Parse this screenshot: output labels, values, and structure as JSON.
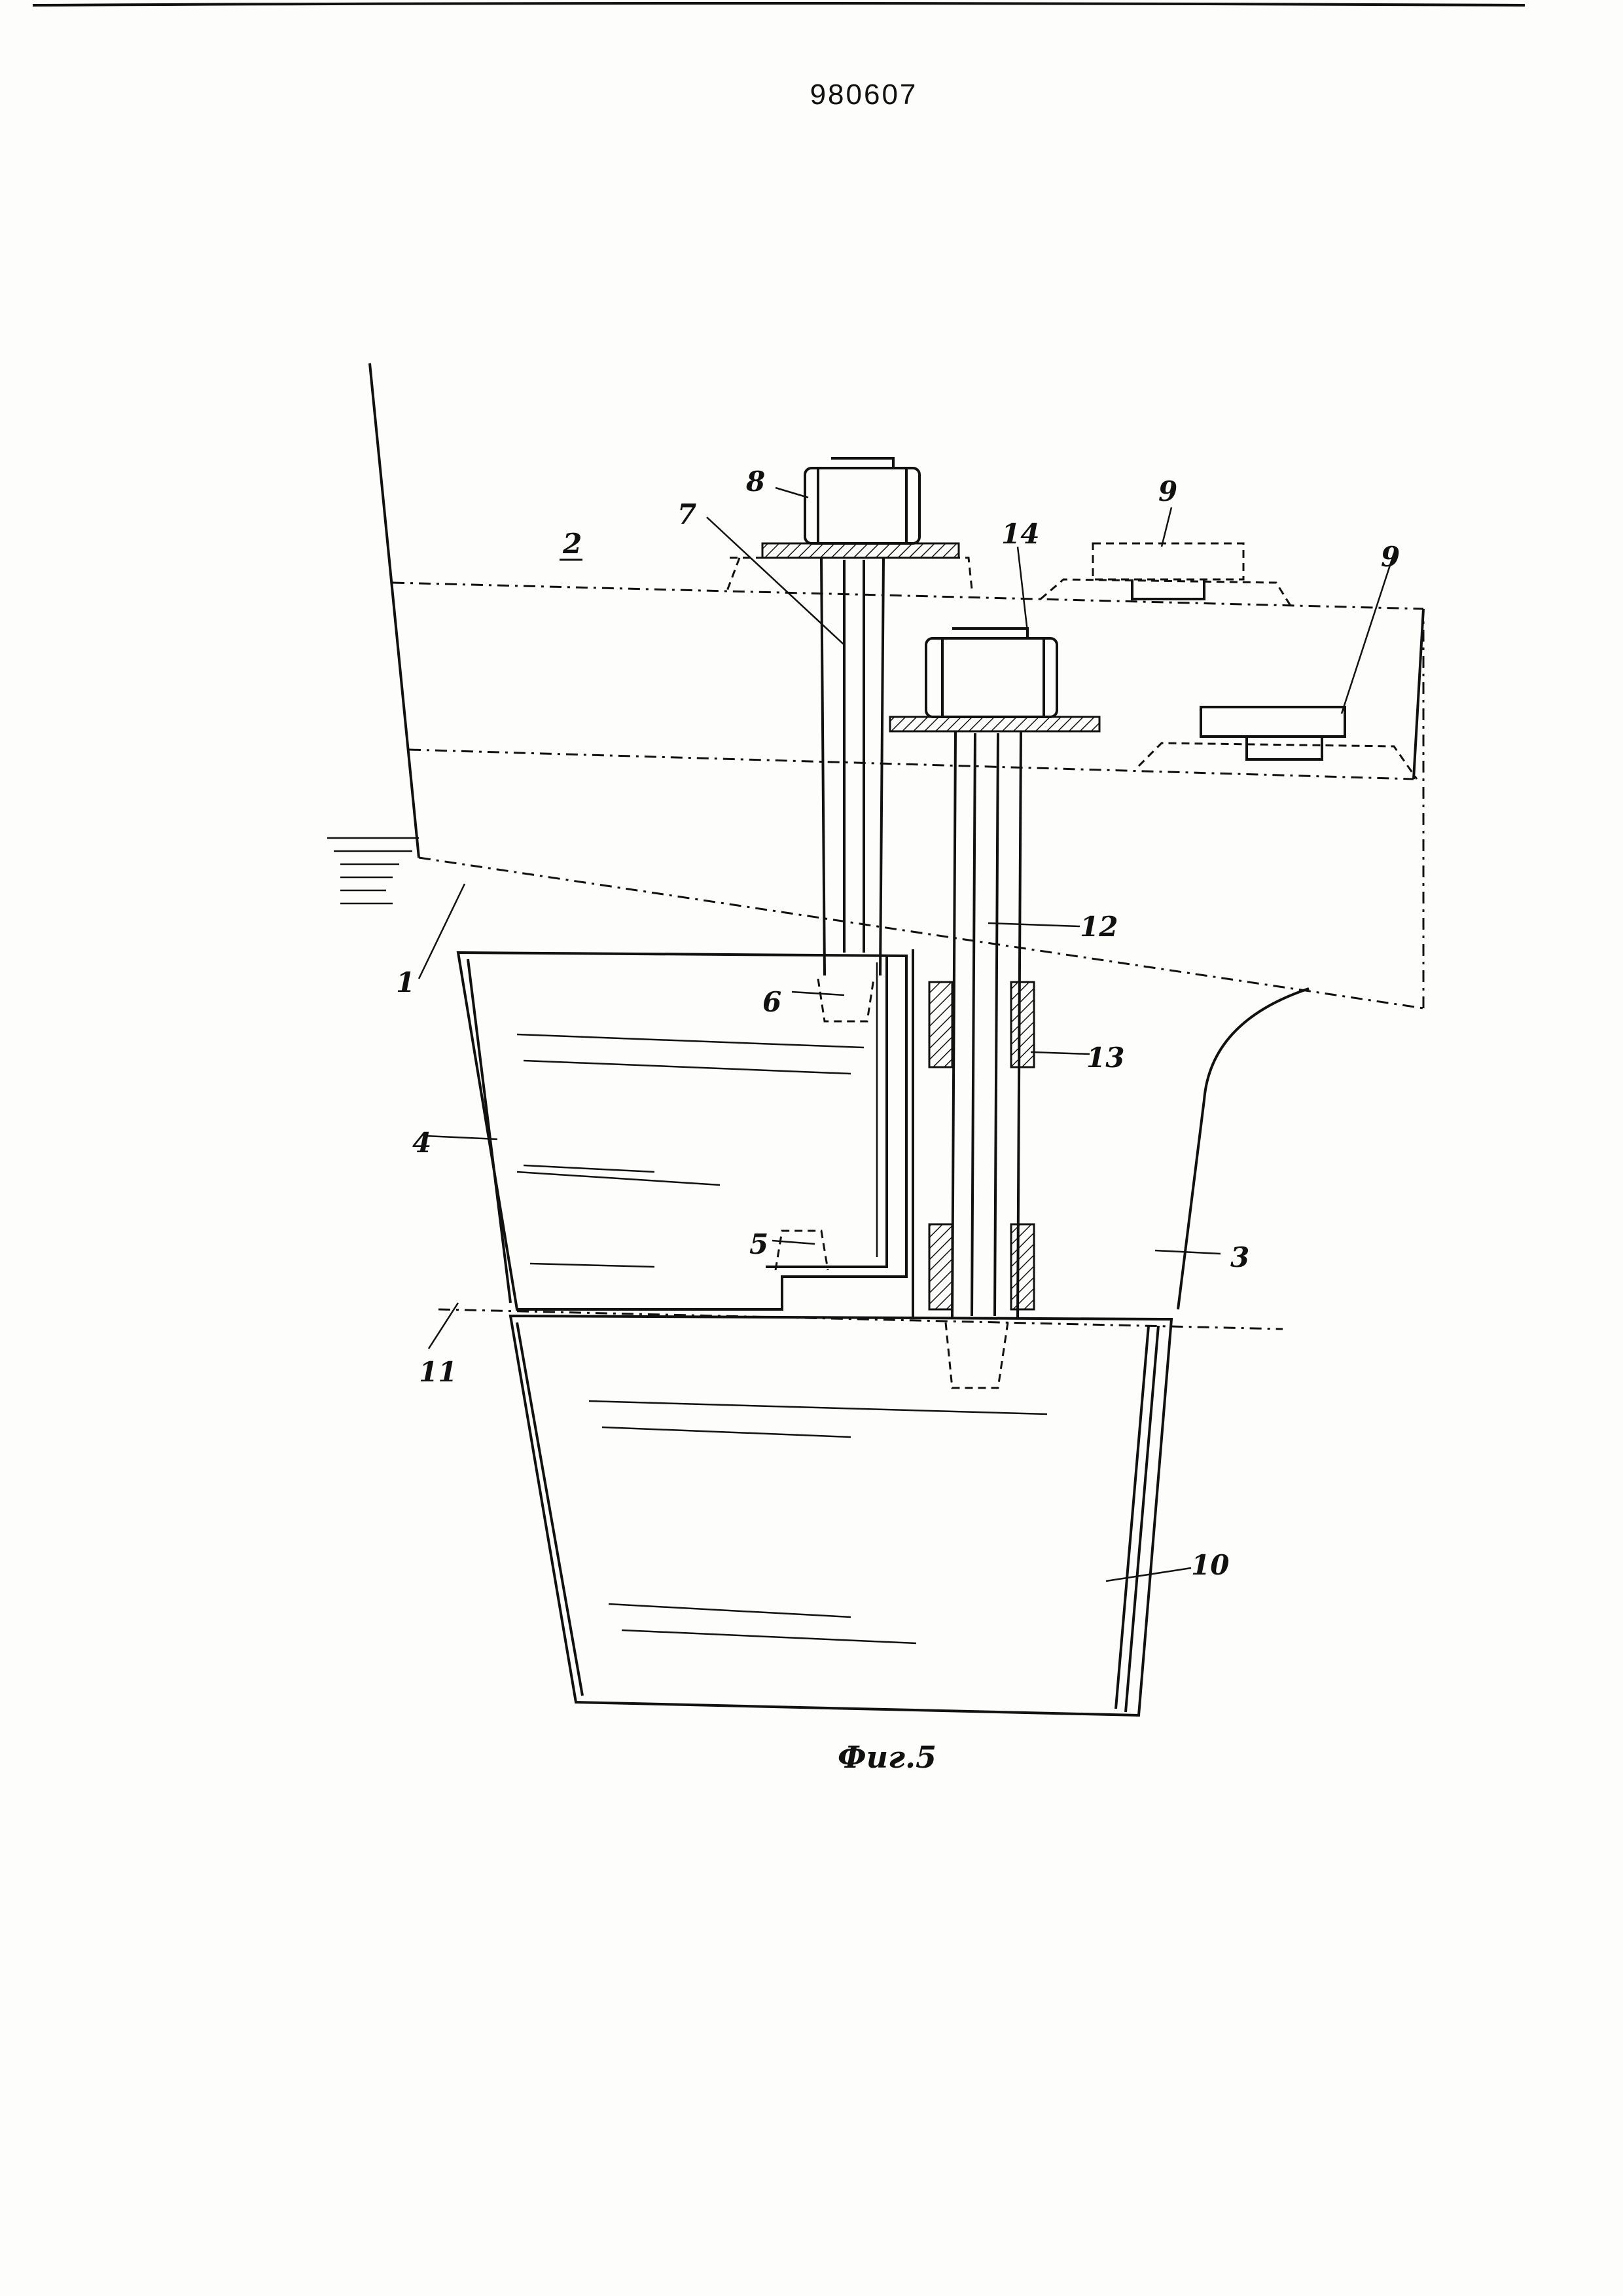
{
  "header": {
    "patent_number": "980607"
  },
  "figure": {
    "caption": "Фиг.5",
    "labels": {
      "l1": "1",
      "l2": "2",
      "l3": "3",
      "l4": "4",
      "l5": "5",
      "l6": "6",
      "l7": "7",
      "l8": "8",
      "l9a": "9",
      "l9b": "9",
      "l10": "10",
      "l11": "11",
      "l12": "12",
      "l13": "13",
      "l14": "14"
    }
  }
}
